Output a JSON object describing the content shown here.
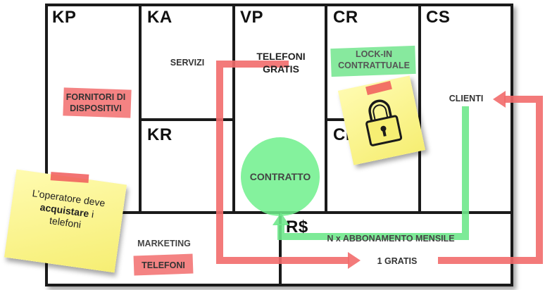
{
  "blocks": {
    "kp": "KP",
    "ka": "KA",
    "vp": "VP",
    "cr": "CR",
    "cs": "CS",
    "kr": "KR",
    "ch": "CH",
    "rs": "R$"
  },
  "labels": {
    "fornitori_line1": "FORNITORI DI",
    "fornitori_line2": "DISPOSITIVI",
    "servizi": "SERVIZI",
    "telefoni_line1": "TELEFONI",
    "telefoni_line2": "GRATIS",
    "lockin_line1": "LOCK-IN",
    "lockin_line2": "CONTRATTUALE",
    "clienti": "CLIENTI",
    "contratto": "CONTRATTO",
    "marketing": "MARKETING",
    "telefoni_cost": "TELEFONI",
    "abbonamento": "N x ABBONAMENTO MENSILE",
    "gratis": "1 GRATIS"
  },
  "sticky_note": {
    "line1": "L’operatore deve",
    "line2_bold": "acquistare",
    "line2_rest": " i",
    "line3": "telefoni"
  },
  "icons": {
    "lock": "padlock-icon"
  },
  "colors": {
    "red_highlight": "#f05a5a",
    "green_highlight": "#5fe17d",
    "sticky_yellow": "#f6ee73"
  }
}
